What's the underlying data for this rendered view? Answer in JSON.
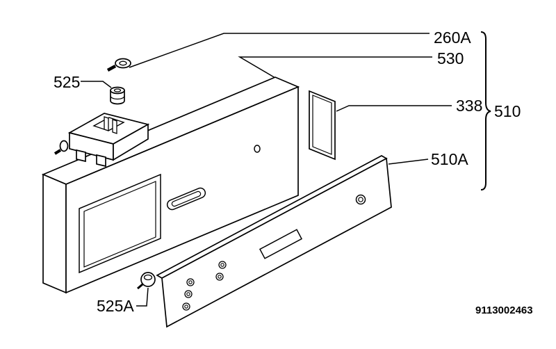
{
  "diagram_type": "exploded-parts-diagram",
  "colors": {
    "ink": "#000000",
    "background": "#ffffff"
  },
  "labels": {
    "p260a": "260A",
    "p530": "530",
    "p338": "338",
    "p510": "510",
    "p510a": "510A",
    "p525": "525",
    "p525a": "525A"
  },
  "doc_number": "9113002463"
}
